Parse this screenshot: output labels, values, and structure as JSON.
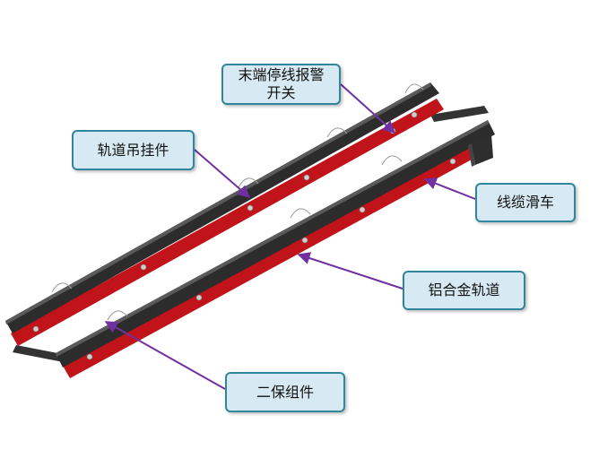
{
  "callouts": {
    "end_limit_switch": "末端停线报警\n开关",
    "rail_hanger": "轨道吊挂件",
    "cable_trolley": "线缆滑车",
    "aluminum_rail": "铝合金轨道",
    "assembly": "二保组件"
  },
  "colors": {
    "rail_red": "#c0141a",
    "rail_dark": "#2a2a2a",
    "arrow_purple": "#7030a0",
    "callout_fill": "#d7e9f2",
    "callout_border": "#31859c"
  }
}
